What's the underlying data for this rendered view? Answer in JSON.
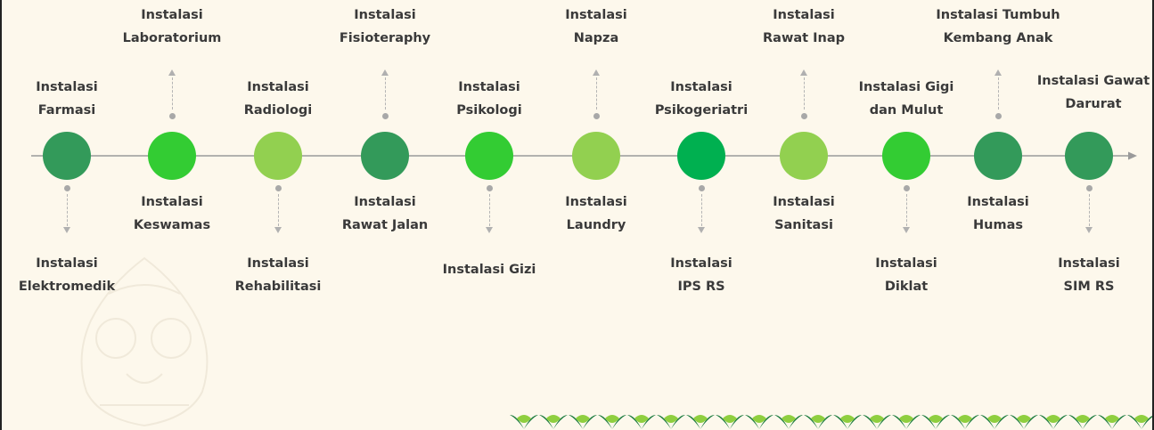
{
  "timeline": {
    "nodes": [
      {
        "top": "Instalasi\nFarmasi",
        "bottom": "Instalasi\nElektromedik",
        "color": "#339a5a",
        "dir": "down"
      },
      {
        "top": "Instalasi\nLaboratorium",
        "bottom": "Instalasi\nKeswamas",
        "color": "#33cc33",
        "dir": "up"
      },
      {
        "top": "Instalasi\nRadiologi",
        "bottom": "Instalasi\nRehabilitasi",
        "color": "#92d050",
        "dir": "down"
      },
      {
        "top": "Instalasi\nFisioteraphy",
        "bottom": "Instalasi\nRawat Jalan",
        "color": "#339a5a",
        "dir": "up"
      },
      {
        "top": "Instalasi\nPsikologi",
        "bottom": "Instalasi Gizi",
        "color": "#33cc33",
        "dir": "down"
      },
      {
        "top": "Instalasi\nNapza",
        "bottom": "Instalasi\nLaundry",
        "color": "#92d050",
        "dir": "up"
      },
      {
        "top": "Instalasi\nPsikogeriatri",
        "bottom": "Instalasi\nIPS RS",
        "color": "#00b050",
        "dir": "down"
      },
      {
        "top": "Instalasi\nRawat Inap",
        "bottom": "Instalasi\nSanitasi",
        "color": "#92d050",
        "dir": "up"
      },
      {
        "top": "Instalasi Gigi\ndan Mulut",
        "bottom": "Instalasi\nDiklat",
        "color": "#33cc33",
        "dir": "down"
      },
      {
        "top": "Instalasi Tumbuh\nKembang Anak",
        "bottom": "Instalasi\nHumas",
        "color": "#339a5a",
        "dir": "up"
      },
      {
        "top": "Instalasi Gawat\nDarurat",
        "bottom": "Instalasi\nSIM RS",
        "color": "#339a5a",
        "dir": "down"
      }
    ]
  },
  "colors": {
    "background": "#fdf8ec",
    "axis": "#9a9a9a",
    "pattern_dark": "#1a7a3c",
    "pattern_light": "#8fcf3f",
    "text": "#3a3a3a"
  }
}
